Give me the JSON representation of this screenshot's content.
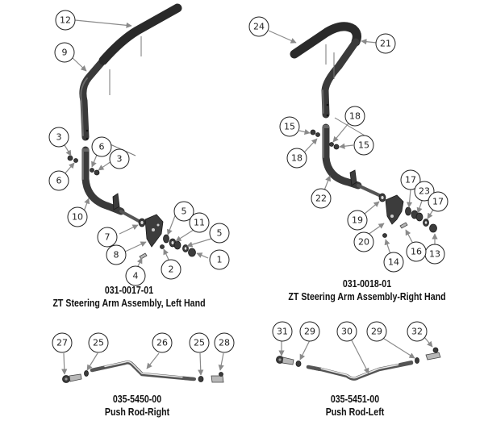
{
  "assemblies": [
    {
      "id": "left-steering-arm",
      "part_number": "031-0017-01",
      "title": "ZT Steering Arm Assembly, Left Hand",
      "callouts": [
        "12",
        "9",
        "3",
        "6",
        "3",
        "6",
        "10",
        "5",
        "11",
        "5",
        "7",
        "8",
        "1",
        "4",
        "2"
      ]
    },
    {
      "id": "right-steering-arm",
      "part_number": "031-0018-01",
      "title": "ZT Steering Arm Assembly-Right Hand",
      "callouts": [
        "24",
        "21",
        "18",
        "15",
        "15",
        "18",
        "22",
        "17",
        "23",
        "17",
        "19",
        "20",
        "13",
        "16",
        "14"
      ]
    },
    {
      "id": "push-rod-right",
      "part_number": "035-5450-00",
      "title": "Push Rod-Right",
      "callouts": [
        "27",
        "25",
        "26",
        "25",
        "28"
      ]
    },
    {
      "id": "push-rod-left",
      "part_number": "035-5451-00",
      "title": "Push Rod-Left",
      "callouts": [
        "31",
        "29",
        "30",
        "29",
        "32"
      ]
    }
  ]
}
